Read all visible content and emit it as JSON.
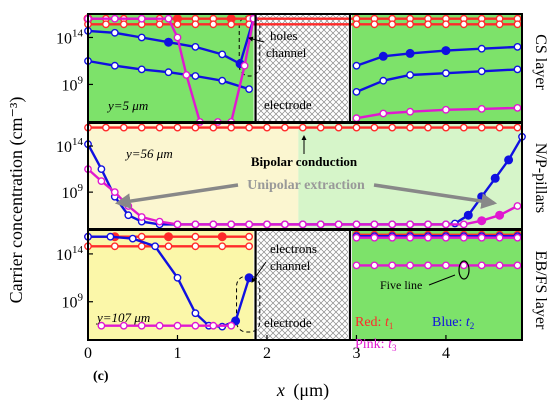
{
  "figure": {
    "panel_label": "(c)",
    "ylabel": "Carrier concentration (cm⁻³)",
    "xlabel_var": "x",
    "xlabel_unit": "(μm)"
  },
  "colors": {
    "red": "#ff2a2a",
    "blue": "#1010e0",
    "pink": "#e018d0",
    "green": "#7de26a",
    "yellow": "#fbf7a9",
    "light_yellow": "#fbf6d0",
    "light_green": "#d6f5c9"
  },
  "chart_data": {
    "type": "line",
    "xlim": [
      0,
      4.85
    ],
    "xticks": [
      0,
      1,
      2,
      3,
      4
    ],
    "ytick_labels": [
      "10^14",
      "10^9"
    ],
    "yticks": [
      14,
      9
    ],
    "panels": [
      {
        "id": "top",
        "side_label": "CS layer",
        "y_label": "y=5 μm",
        "ylim_log10": [
          5.0,
          16.5
        ],
        "annotations": [
          "holes",
          "channel",
          "electrode"
        ],
        "series": [
          {
            "color": "red",
            "legend": "t1",
            "filled": [
              0,
              0.5,
              1.0,
              1.6
            ],
            "x": [
              0,
              0.2,
              0.4,
              0.6,
              0.8,
              1.0,
              1.2,
              1.4,
              1.6,
              1.8,
              3.0,
              3.2,
              3.4,
              3.6,
              3.8,
              4.0,
              4.2,
              4.4,
              4.6,
              4.8
            ],
            "y": [
              16.0,
              16.0,
              16.0,
              16.0,
              16.0,
              16.0,
              16.0,
              16.0,
              16.0,
              16.0,
              16.0,
              16.0,
              16.0,
              16.0,
              16.0,
              16.0,
              16.0,
              16.0,
              16.0,
              16.0
            ]
          },
          {
            "color": "red",
            "legend": "t1",
            "filled": [],
            "x": [
              0,
              0.2,
              0.4,
              0.6,
              0.8,
              1.0,
              1.2,
              1.4,
              1.6,
              1.8,
              3.0,
              3.2,
              3.4,
              3.6,
              3.8,
              4.0,
              4.2,
              4.4,
              4.6,
              4.8
            ],
            "y": [
              15.4,
              15.4,
              15.4,
              15.4,
              15.4,
              15.4,
              15.4,
              15.4,
              15.4,
              15.4,
              15.4,
              15.4,
              15.4,
              15.4,
              15.4,
              15.4,
              15.4,
              15.4,
              15.4,
              15.4
            ]
          },
          {
            "color": "blue",
            "legend": "t2",
            "filled": [
              0.9,
              1.7
            ],
            "x": [
              0,
              0.3,
              0.6,
              0.9,
              1.2,
              1.5,
              1.7,
              1.85
            ],
            "y": [
              14.7,
              14.5,
              14.0,
              13.5,
              13.0,
              12.2,
              11.2,
              16.0
            ]
          },
          {
            "color": "blue",
            "legend": "t2",
            "filled": [
              3.3,
              3.6,
              4.0
            ],
            "x": [
              3.0,
              3.3,
              3.6,
              4.0,
              4.4,
              4.8
            ],
            "y": [
              11.0,
              12.0,
              12.3,
              12.6,
              12.8,
              13.0
            ]
          },
          {
            "color": "blue",
            "legend": "t2",
            "filled": [],
            "x": [
              0,
              0.3,
              0.6,
              0.9,
              1.2,
              1.5,
              1.8
            ],
            "y": [
              11.5,
              11.0,
              10.6,
              10.3,
              9.9,
              9.4,
              8.5
            ]
          },
          {
            "color": "blue",
            "legend": "t2",
            "filled": [],
            "x": [
              3.0,
              3.3,
              3.6,
              4.0,
              4.4,
              4.8
            ],
            "y": [
              8.2,
              9.4,
              10.0,
              10.2,
              10.4,
              10.6
            ]
          },
          {
            "color": "pink",
            "legend": "t3",
            "filled": [],
            "x": [
              0,
              0.3,
              0.6,
              0.9,
              1.0,
              1.1,
              1.25,
              1.45,
              1.6,
              1.75,
              1.85
            ],
            "y": [
              16.0,
              16.0,
              16.0,
              16.0,
              14.0,
              10.0,
              5.0,
              5.0,
              5.0,
              11.0,
              16.0
            ]
          },
          {
            "color": "pink",
            "legend": "t3",
            "filled": [],
            "x": [
              3.0,
              3.3,
              3.6,
              4.0,
              4.4,
              4.8
            ],
            "y": [
              5.4,
              5.9,
              6.1,
              6.3,
              6.4,
              6.5
            ]
          }
        ]
      },
      {
        "id": "middle",
        "side_label": "N/P-pillars",
        "y_label": "y=56 μm",
        "ylim_log10": [
          5.0,
          16.5
        ],
        "annotations": [
          "Bipolar conduction",
          "Unipolar extraction"
        ],
        "series": [
          {
            "color": "red",
            "legend": "t1",
            "filled": [],
            "x": [
              0,
              0.2,
              0.4,
              0.6,
              0.8,
              1.0,
              1.2,
              1.4,
              1.6,
              1.8,
              2.0,
              2.2,
              2.4,
              2.6,
              2.8,
              3.0,
              3.2,
              3.4,
              3.6,
              3.8,
              4.0,
              4.2,
              4.4,
              4.6,
              4.8
            ],
            "y": [
              16.0,
              16.0,
              16.0,
              16.0,
              16.0,
              16.0,
              16.0,
              16.0,
              16.0,
              16.0,
              16.0,
              16.0,
              16.0,
              16.0,
              16.0,
              16.0,
              16.0,
              16.0,
              16.0,
              16.0,
              16.0,
              16.0,
              16.0,
              16.0,
              16.0
            ]
          },
          {
            "color": "blue",
            "legend": "t2",
            "filled": [
              4.25,
              4.4,
              4.55,
              4.7
            ],
            "x": [
              0,
              0.15,
              0.3,
              0.45,
              0.6,
              0.8,
              1.0,
              1.2,
              1.4,
              1.6,
              1.8,
              2.0,
              2.2,
              2.4,
              2.6,
              2.8,
              3.0,
              3.2,
              3.4,
              3.6,
              3.8,
              4.0,
              4.1,
              4.25,
              4.4,
              4.55,
              4.7,
              4.85
            ],
            "y": [
              14.2,
              11.5,
              8.5,
              6.5,
              5.8,
              5.5,
              5.5,
              5.5,
              5.5,
              5.5,
              5.5,
              5.5,
              5.5,
              5.5,
              5.5,
              5.5,
              5.5,
              5.5,
              5.5,
              5.5,
              5.5,
              5.5,
              5.6,
              6.5,
              8.5,
              10.5,
              12.5,
              15.0
            ]
          },
          {
            "color": "pink",
            "legend": "t3",
            "filled": [
              4.4,
              4.6
            ],
            "x": [
              0,
              0.15,
              0.3,
              0.45,
              0.6,
              0.8,
              1.0,
              1.2,
              1.4,
              1.6,
              1.8,
              2.0,
              2.2,
              2.4,
              2.6,
              2.8,
              3.0,
              3.2,
              3.4,
              3.6,
              3.8,
              4.0,
              4.2,
              4.4,
              4.6,
              4.8
            ],
            "y": [
              11.5,
              10.2,
              9.0,
              7.5,
              6.3,
              5.8,
              5.5,
              5.5,
              5.5,
              5.5,
              5.5,
              5.5,
              5.5,
              5.5,
              5.5,
              5.5,
              5.5,
              5.5,
              5.5,
              5.5,
              5.5,
              5.5,
              5.5,
              5.9,
              6.5,
              7.5
            ]
          }
        ]
      },
      {
        "id": "bottom",
        "side_label": "EB/FS layer",
        "y_label": "y=107 μm",
        "ylim_log10": [
          5.0,
          16.5
        ],
        "annotations": [
          "electrons",
          "channel",
          "electrode",
          "Five line"
        ],
        "legend": {
          "red": "Red: ",
          "red_t": "t",
          "red_sub": "1",
          "blue": "Blue: ",
          "blue_t": "t",
          "blue_sub": "2",
          "pink": "Pink: ",
          "pink_t": "t",
          "pink_sub": "3"
        },
        "series": [
          {
            "color": "red",
            "legend": "t1",
            "filled": [
              0.3,
              0.9,
              1.5
            ],
            "x": [
              0,
              0.3,
              0.6,
              0.9,
              1.2,
              1.5,
              1.8
            ],
            "y": [
              15.8,
              15.8,
              15.8,
              15.8,
              15.8,
              15.8,
              15.8
            ]
          },
          {
            "color": "red",
            "legend": "t1",
            "filled": [],
            "x": [
              0,
              0.3,
              0.6,
              0.9,
              1.2,
              1.5,
              1.8
            ],
            "y": [
              14.8,
              14.8,
              14.8,
              14.8,
              14.8,
              14.8,
              14.8
            ]
          },
          {
            "color": "blue",
            "legend": "t2",
            "filled": [
              1.65,
              1.8
            ],
            "x": [
              0,
              0.25,
              0.5,
              0.75,
              1.0,
              1.2,
              1.35,
              1.5,
              1.65,
              1.8
            ],
            "y": [
              15.8,
              15.8,
              15.6,
              14.8,
              11.5,
              7.8,
              6.5,
              6.4,
              7.0,
              11.5
            ]
          },
          {
            "color": "pink",
            "legend": "t3",
            "filled": [],
            "x": [
              0.15,
              0.4,
              0.6,
              0.8,
              1.0,
              1.2,
              1.4,
              1.6
            ],
            "y": [
              6.5,
              6.5,
              6.5,
              6.5,
              6.5,
              6.5,
              6.5,
              6.5
            ]
          },
          {
            "color": "red",
            "legend": "t1",
            "filled": [],
            "x": [
              3.0,
              3.2,
              3.4,
              3.6,
              3.8,
              4.0,
              4.2,
              4.4,
              4.6,
              4.8
            ],
            "y": [
              16.0,
              16.0,
              16.0,
              16.0,
              16.0,
              16.0,
              16.0,
              16.0,
              16.0,
              16.0
            ]
          },
          {
            "color": "blue",
            "legend": "t2",
            "filled": [],
            "x": [
              3.0,
              3.2,
              3.4,
              3.6,
              3.8,
              4.0,
              4.2,
              4.4,
              4.6,
              4.8
            ],
            "y": [
              15.85,
              15.85,
              15.85,
              15.85,
              15.85,
              15.85,
              15.85,
              15.85,
              15.85,
              15.85
            ]
          },
          {
            "color": "pink",
            "legend": "t3",
            "filled": [],
            "x": [
              3.0,
              3.2,
              3.4,
              3.6,
              3.8,
              4.0,
              4.2,
              4.4,
              4.6,
              4.8
            ],
            "y": [
              15.7,
              15.7,
              15.7,
              15.7,
              15.7,
              15.7,
              15.7,
              15.7,
              15.7,
              15.7
            ]
          },
          {
            "color": "pink",
            "legend": "t3",
            "filled": [],
            "x": [
              3.0,
              3.2,
              3.4,
              3.6,
              3.8,
              4.0,
              4.2,
              4.4,
              4.6,
              4.8
            ],
            "y": [
              12.8,
              12.8,
              12.8,
              12.8,
              12.8,
              12.8,
              12.8,
              12.8,
              12.8,
              12.8
            ]
          }
        ]
      }
    ]
  }
}
